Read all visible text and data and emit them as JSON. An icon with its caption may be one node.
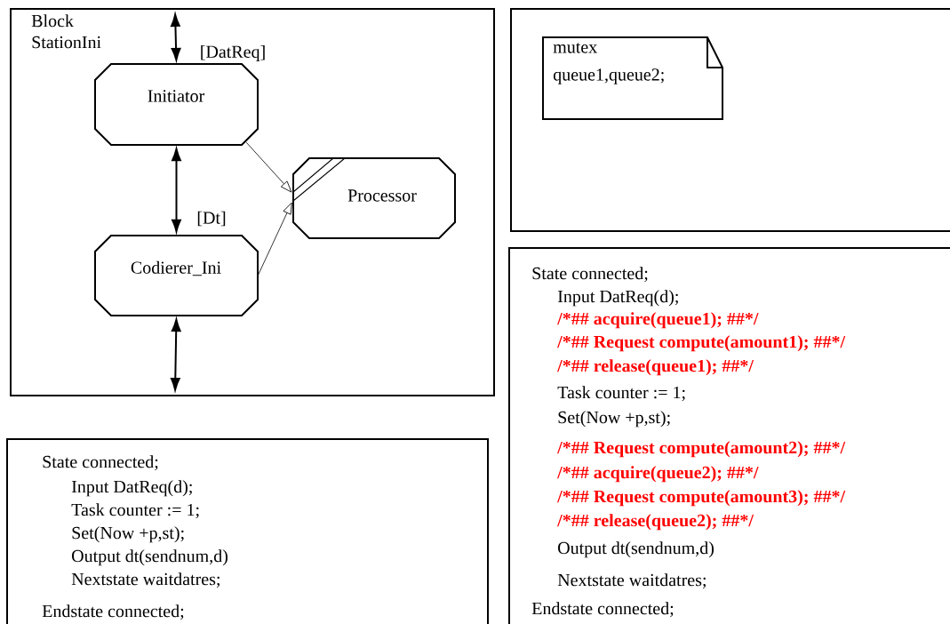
{
  "diagram": {
    "nodes": [
      {
        "text": [
          "Block StationIni"
        ]
      },
      {
        "text": [
          "Initiator"
        ],
        "in": 0
      },
      {
        "text": [
          "Codierer_Ini"
        ],
        "in": 0
      },
      {
        "text": [
          "Processor"
        ],
        "in": 0
      },
      {
        "text": [],
        "shape": "box"
      },
      {
        "text": [
          "mutex queue1,queue2;"
        ],
        "in": 4
      },
      {
        "text": [
          "State connected;",
          "Input DatReq(d);",
          "Task counter := 1;",
          "Set(Now +p,st);",
          "Output dt(sendnum,d)",
          "Nextstate waitdatres;",
          "Endstate connected;"
        ]
      },
      {
        "text": [
          "State connected;",
          "Input DatReq(d);",
          "/*## acquire(queue1); ##*/",
          "/*## Request compute(amount1); ##*/",
          "/*## release(queue1); ##*/",
          "Task counter := 1;",
          "Set(Now +p,st);",
          "/*## Request compute(amount2); ##*/",
          "/*## acquire(queue2); ##*/",
          "/*## Request compute(amount3); ##*/",
          "/*## release(queue2); ##*/",
          "Output dt(sendnum,d)",
          "Nextstate waitdatres;",
          "Endstate connected;"
        ]
      }
    ],
    "edges": [
      {
        "from": null,
        "to": 1,
        "arrow": "both",
        "label": "[DatReq]"
      },
      {
        "from": 1,
        "to": 2,
        "arrow": "both",
        "label": "[Dt]"
      },
      {
        "from": 2,
        "to": null,
        "arrow": "both"
      },
      {
        "from": 1,
        "to": 3,
        "arrow": "to"
      },
      {
        "from": 2,
        "to": 3,
        "arrow": "to"
      }
    ]
  }
}
